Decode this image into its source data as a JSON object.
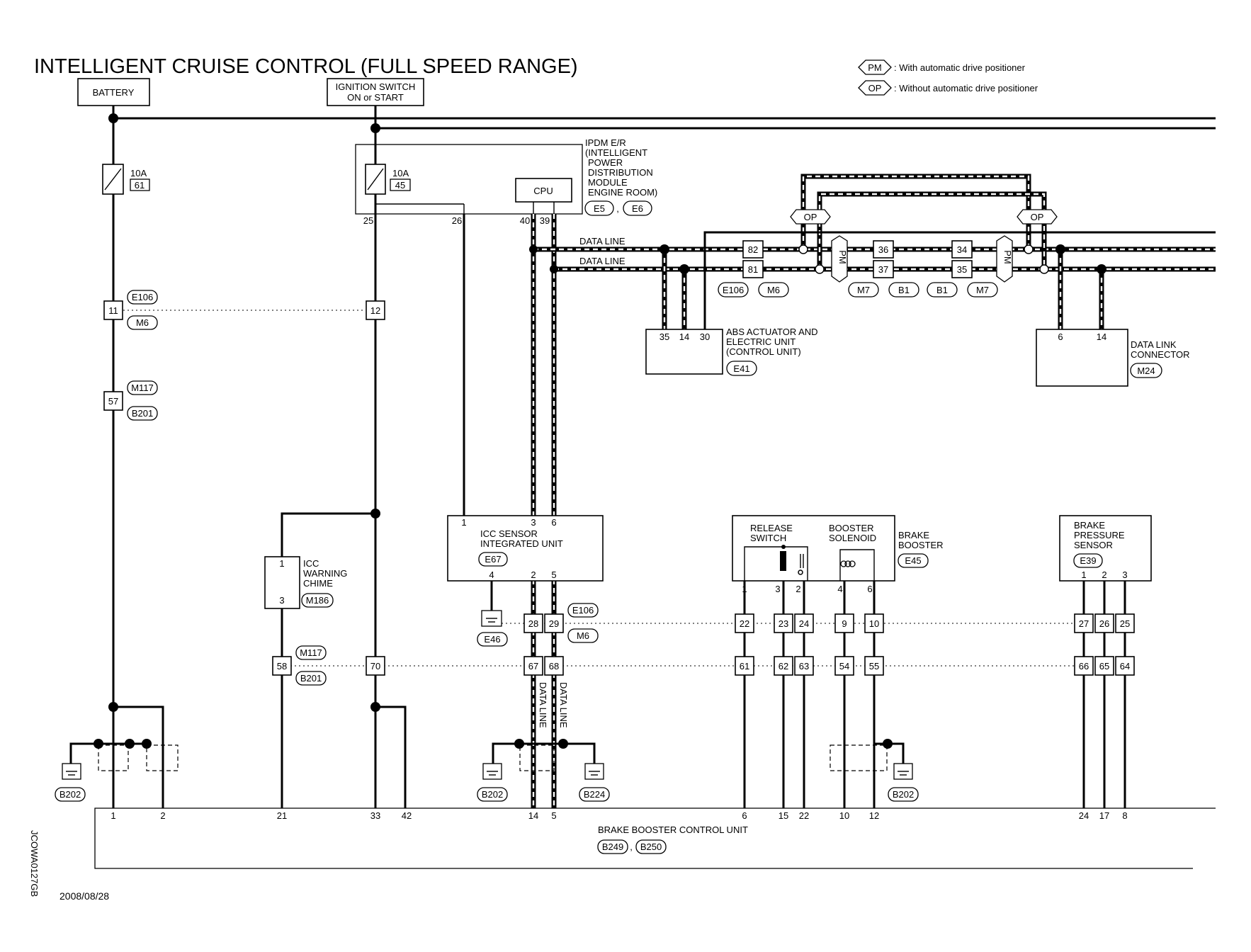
{
  "title": "INTELLIGENT CRUISE CONTROL (FULL SPEED RANGE)",
  "legend": {
    "pm": {
      "tag": "PM",
      "text": ": With automatic drive positioner"
    },
    "op": {
      "tag": "OP",
      "text": ": Without automatic drive positioner"
    }
  },
  "sources": {
    "battery": "BATTERY",
    "ignition_line1": "IGNITION SWITCH",
    "ignition_line2": "ON or START"
  },
  "fuses": {
    "battery": {
      "rating": "10A",
      "number": "61"
    },
    "ignition": {
      "rating": "10A",
      "number": "45"
    }
  },
  "ipdm": {
    "lines": [
      "IPDM E/R",
      "(INTELLIGENT",
      "POWER",
      "DISTRIBUTION",
      "MODULE",
      "ENGINE ROOM)"
    ],
    "cpu": "CPU",
    "connectors": [
      "E5",
      "E6"
    ],
    "pins": [
      "25",
      "26",
      "40",
      "39"
    ]
  },
  "data_line_label": "DATA LINE",
  "inline_connectors": {
    "e106_m6_top": {
      "refs": [
        "E106",
        "M6"
      ],
      "pins": [
        "11",
        "12"
      ]
    },
    "m117_b201": {
      "refs": [
        "M117",
        "B201"
      ],
      "pin_left": "57",
      "pins_lower": [
        "58",
        "70",
        "67",
        "68",
        "61",
        "62",
        "63",
        "54",
        "55",
        "66",
        "65",
        "64"
      ]
    },
    "e106_m6_lower": {
      "refs": [
        "E106",
        "M6"
      ],
      "pins": [
        "28",
        "29",
        "22",
        "23",
        "24",
        "9",
        "10",
        "27",
        "26",
        "25"
      ]
    },
    "can_left": {
      "pins": [
        "82",
        "81"
      ],
      "refs": [
        "E106",
        "M6"
      ]
    },
    "can_mid": {
      "pins": [
        "36",
        "37"
      ],
      "refs": [
        "M7",
        "B1"
      ]
    },
    "can_right": {
      "pins": [
        "34",
        "35"
      ],
      "refs": [
        "B1",
        "M7"
      ]
    },
    "pm": "PM",
    "op": "OP"
  },
  "abs": {
    "lines": [
      "ABS ACTUATOR AND",
      "ELECTRIC UNIT",
      "(CONTROL UNIT)"
    ],
    "ref": "E41",
    "pins": [
      "35",
      "14",
      "30"
    ]
  },
  "dlc": {
    "lines": [
      "DATA LINK",
      "CONNECTOR"
    ],
    "ref": "M24",
    "pins": [
      "6",
      "14"
    ]
  },
  "chime": {
    "lines": [
      "ICC",
      "WARNING",
      "CHIME"
    ],
    "ref": "M186",
    "pins": [
      "1",
      "3"
    ]
  },
  "icc": {
    "lines": [
      "ICC SENSOR",
      "INTEGRATED UNIT"
    ],
    "ref": "E67",
    "pins_top": [
      "1",
      "3",
      "6"
    ],
    "pins_bottom": [
      "4",
      "2",
      "5"
    ]
  },
  "brake_booster": {
    "lines": [
      "BRAKE",
      "BOOSTER"
    ],
    "ref": "E45",
    "release_switch": [
      "RELEASE",
      "SWITCH"
    ],
    "booster_solenoid": [
      "BOOSTER",
      "SOLENOID"
    ],
    "pins": [
      "1",
      "3",
      "2",
      "4",
      "6"
    ]
  },
  "brake_pressure": {
    "lines": [
      "BRAKE",
      "PRESSURE",
      "SENSOR"
    ],
    "ref": "E39",
    "pins": [
      "1",
      "2",
      "3"
    ]
  },
  "grounds": [
    "E46",
    "B202",
    "B202",
    "B224",
    "B202"
  ],
  "bbcu": {
    "name": "BRAKE BOOSTER CONTROL UNIT",
    "refs": [
      "B249",
      "B250"
    ],
    "pins": [
      "1",
      "2",
      "21",
      "33",
      "42",
      "14",
      "5",
      "6",
      "15",
      "22",
      "10",
      "12",
      "24",
      "17",
      "8"
    ]
  },
  "side_code": "JCOWA0127GB",
  "date": "2008/08/28"
}
